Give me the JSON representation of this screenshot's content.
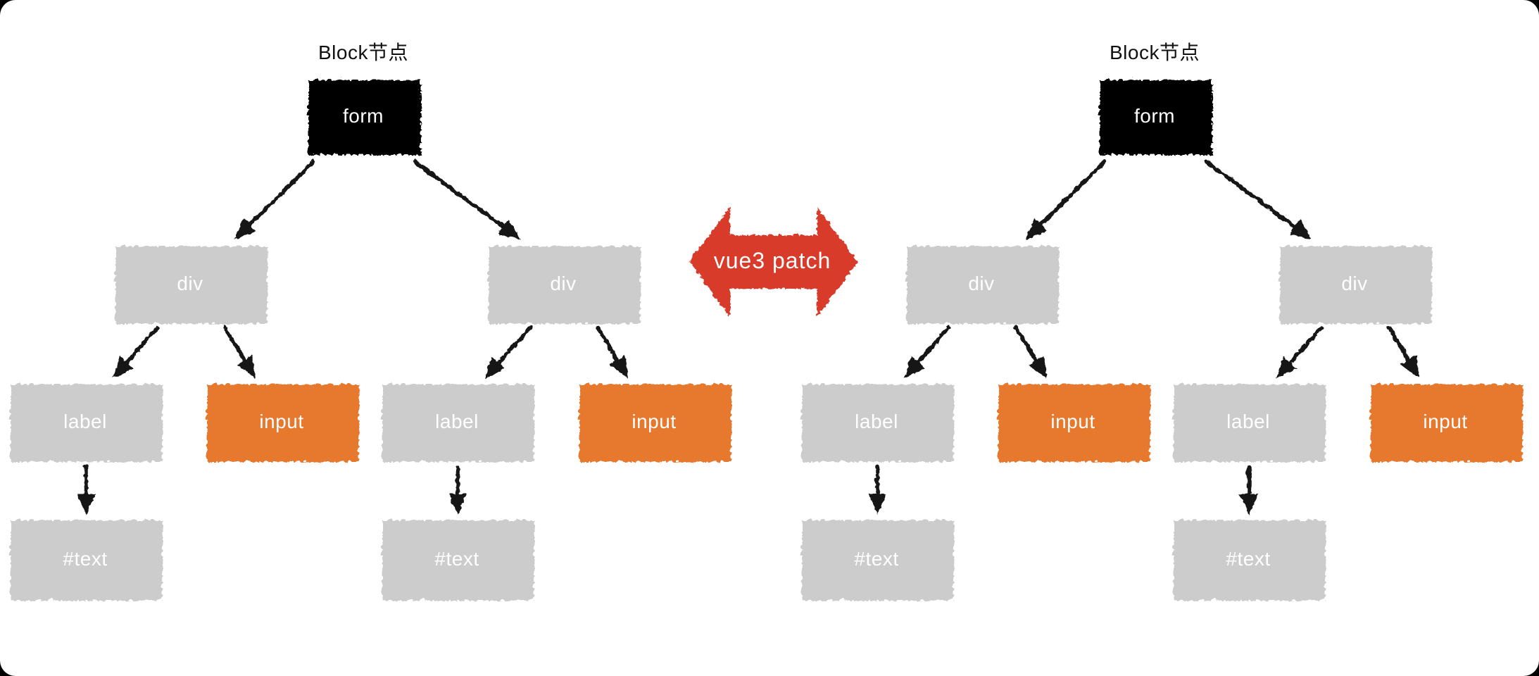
{
  "diagram": {
    "trees": [
      {
        "id": "left",
        "caption": "Block节点",
        "nodes": [
          {
            "id": "form",
            "label": "form",
            "kind": "block"
          },
          {
            "id": "div1",
            "label": "div",
            "kind": "element"
          },
          {
            "id": "div2",
            "label": "div",
            "kind": "element"
          },
          {
            "id": "label1",
            "label": "label",
            "kind": "element"
          },
          {
            "id": "input1",
            "label": "input",
            "kind": "patched"
          },
          {
            "id": "label2",
            "label": "label",
            "kind": "element"
          },
          {
            "id": "input2",
            "label": "input",
            "kind": "patched"
          },
          {
            "id": "text1",
            "label": "#text",
            "kind": "element"
          },
          {
            "id": "text2",
            "label": "#text",
            "kind": "element"
          }
        ]
      },
      {
        "id": "right",
        "caption": "Block节点",
        "nodes": [
          {
            "id": "form",
            "label": "form",
            "kind": "block"
          },
          {
            "id": "div1",
            "label": "div",
            "kind": "element"
          },
          {
            "id": "div2",
            "label": "div",
            "kind": "element"
          },
          {
            "id": "label1",
            "label": "label",
            "kind": "element"
          },
          {
            "id": "input1",
            "label": "input",
            "kind": "patched"
          },
          {
            "id": "label2",
            "label": "label",
            "kind": "element"
          },
          {
            "id": "input2",
            "label": "input",
            "kind": "patched"
          },
          {
            "id": "text1",
            "label": "#text",
            "kind": "element"
          },
          {
            "id": "text2",
            "label": "#text",
            "kind": "element"
          }
        ]
      }
    ],
    "patch_arrow": {
      "label": "vue3 patch"
    },
    "colors": {
      "panel": "#ffffff",
      "block_node": "#000000",
      "element_node": "#cccccc",
      "patched_node": "#e6792e",
      "node_text": "#ffffff",
      "edge": "#141414",
      "patch_arrow": "#d93b2b",
      "caption_text": "#111111"
    }
  }
}
